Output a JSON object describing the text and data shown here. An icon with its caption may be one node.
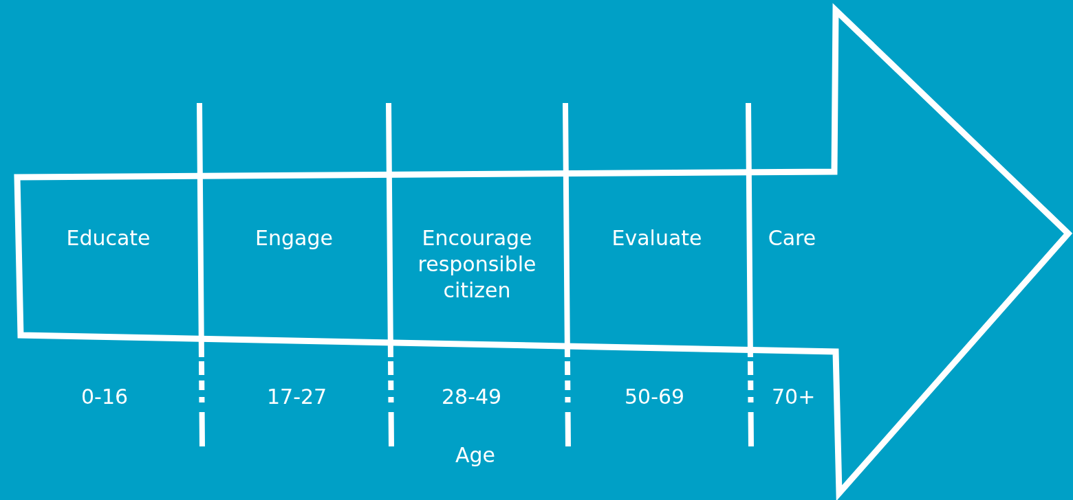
{
  "diagram": {
    "nodes": [
      {
        "text": [
          "Educate"
        ]
      },
      {
        "text": [
          "Engage"
        ]
      },
      {
        "text": [
          "Encourage responsible citizen"
        ]
      },
      {
        "text": [
          "Evaluate"
        ]
      },
      {
        "text": [
          "Care"
        ]
      }
    ],
    "labels": [
      "0-16",
      "17-27",
      "28-49",
      "50-69",
      "70+",
      "Age"
    ]
  }
}
